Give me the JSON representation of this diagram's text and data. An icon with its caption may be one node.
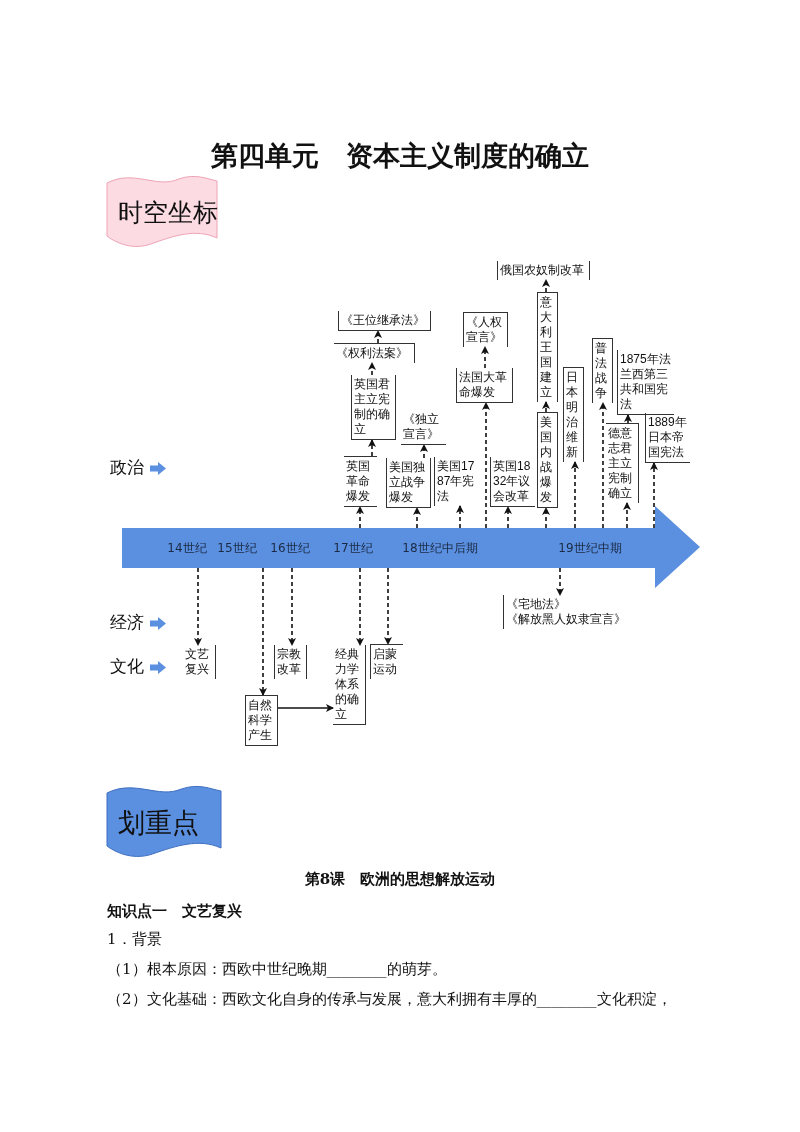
{
  "diagram": {
    "title": "第四单元　资本主义制度的确立",
    "nodes": [
      {
        "text": [
          "时空坐标"
        ]
      },
      {
        "text": [
          "14世纪",
          "15世纪",
          "16世纪",
          "17世纪",
          "18世纪中后期",
          "19世纪中期"
        ]
      },
      {
        "text": [
          "俄国农奴制改革"
        ]
      },
      {
        "text": [
          "《王位继承法》"
        ]
      },
      {
        "text": [
          "《权利法案》"
        ]
      },
      {
        "text": [
          "英国君主立宪制的确立"
        ]
      },
      {
        "text": [
          "《独立宣言》"
        ]
      },
      {
        "text": [
          "英国革命爆发"
        ]
      },
      {
        "text": [
          "美国独立战争爆发"
        ]
      },
      {
        "text": [
          "美国1787年宪法"
        ]
      },
      {
        "text": [
          "《人权宣言》"
        ]
      },
      {
        "text": [
          "法国大革命爆发"
        ]
      },
      {
        "text": [
          "英国1832年议会改革"
        ]
      },
      {
        "text": [
          "意大利王国建立"
        ]
      },
      {
        "text": [
          "美国内战爆发"
        ]
      },
      {
        "text": [
          "日本明治维新"
        ]
      },
      {
        "text": [
          "普法战争"
        ]
      },
      {
        "text": [
          "1875年法兰西第三共和国宪法"
        ]
      },
      {
        "text": [
          "德意志君主立宪制确立"
        ]
      },
      {
        "text": [
          "1889年日本帝国宪法"
        ]
      },
      {
        "text": [
          "《宅地法》",
          "《解放黑人奴隶宣言》"
        ]
      },
      {
        "text": [
          "文艺复兴"
        ]
      },
      {
        "text": [
          "宗教改革"
        ]
      },
      {
        "text": [
          "经典力学体系的确立"
        ]
      },
      {
        "text": [
          "启蒙运动"
        ]
      },
      {
        "text": [
          "自然科学产生"
        ]
      },
      {
        "text": [
          "划重点"
        ]
      }
    ],
    "edges": [
      {
        "from": 1,
        "to": 7,
        "arrow": "to",
        "style": "dashed"
      },
      {
        "from": 7,
        "to": 5,
        "arrow": "to",
        "style": "dashed"
      },
      {
        "from": 5,
        "to": 4,
        "arrow": "to",
        "style": "dashed"
      },
      {
        "from": 4,
        "to": 3,
        "arrow": "to",
        "style": "dashed"
      },
      {
        "from": 1,
        "to": 8,
        "arrow": "to",
        "style": "dashed"
      },
      {
        "from": 8,
        "to": 6,
        "arrow": "to",
        "style": "dashed"
      },
      {
        "from": 1,
        "to": 9,
        "arrow": "to",
        "style": "dashed"
      },
      {
        "from": 1,
        "to": 11,
        "arrow": "to",
        "style": "dashed"
      },
      {
        "from": 11,
        "to": 10,
        "arrow": "to",
        "style": "dashed"
      },
      {
        "from": 1,
        "to": 12,
        "arrow": "to",
        "style": "dashed"
      },
      {
        "from": 1,
        "to": 14,
        "arrow": "to",
        "style": "dashed"
      },
      {
        "from": 14,
        "to": 13,
        "arrow": "to",
        "style": "dashed"
      },
      {
        "from": 13,
        "to": 2,
        "arrow": "to",
        "style": "dashed"
      },
      {
        "from": 1,
        "to": 15,
        "arrow": "to",
        "style": "dashed"
      },
      {
        "from": 1,
        "to": 16,
        "arrow": "to",
        "style": "dashed"
      },
      {
        "from": 1,
        "to": 18,
        "arrow": "to",
        "style": "dashed"
      },
      {
        "from": 18,
        "to": 17,
        "arrow": "to",
        "style": "dashed"
      },
      {
        "from": 1,
        "to": 19,
        "arrow": "to",
        "style": "dashed"
      },
      {
        "from": 1,
        "to": 21,
        "arrow": "to",
        "style": "dashed"
      },
      {
        "from": 1,
        "to": 25,
        "arrow": "to",
        "style": "dashed"
      },
      {
        "from": 1,
        "to": 22,
        "arrow": "to",
        "style": "dashed"
      },
      {
        "from": 1,
        "to": 23,
        "arrow": "to",
        "style": "dashed"
      },
      {
        "from": 1,
        "to": 24,
        "arrow": "to",
        "style": "dashed"
      },
      {
        "from": 1,
        "to": 20,
        "arrow": "to",
        "style": "dashed"
      },
      {
        "from": 25,
        "to": 23,
        "arrow": "to"
      }
    ],
    "labels": [
      "政治",
      "经济",
      "文化",
      "第8课　欧洲的思想解放运动",
      "知识点一　文艺复兴",
      "1．背景",
      "（1）根本原因：西欧中世纪晚期________的萌芽。",
      "（2）文化基础：西欧文化自身的传承与发展，意大利拥有丰厚的________文化积淀，"
    ]
  }
}
